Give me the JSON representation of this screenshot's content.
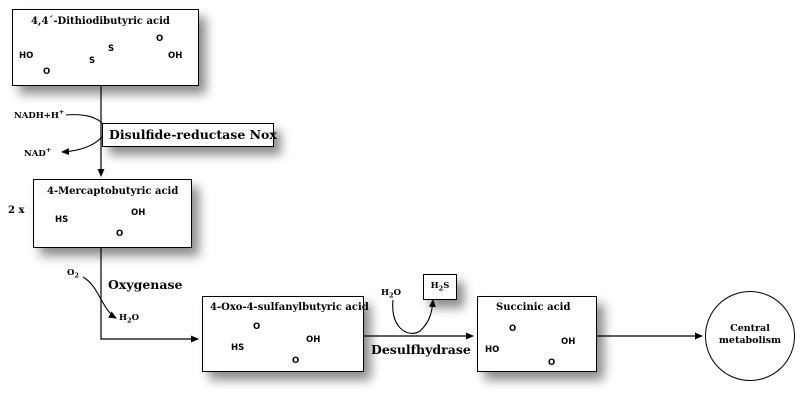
{
  "compounds": {
    "dithiodibutyric": {
      "name": "4,4´-Dithiodibutyric acid",
      "atoms": {
        "ho": "HO",
        "o1": "O",
        "s1": "S",
        "s2": "S",
        "oh": "OH",
        "o2": "O"
      }
    },
    "mercaptobutyric": {
      "name": "4-Mercaptobutyric acid",
      "atoms": {
        "hs": "HS",
        "oh": "OH",
        "o": "O"
      }
    },
    "oxosulfanyl": {
      "name": "4-Oxo-4-sulfanylbutyric acid",
      "atoms": {
        "hs": "HS",
        "o1": "O",
        "oh": "OH",
        "o2": "O"
      }
    },
    "succinic": {
      "name": "Succinic acid",
      "atoms": {
        "ho": "HO",
        "o1": "O",
        "oh": "OH",
        "o2": "O"
      }
    }
  },
  "enzymes": {
    "nox": "Disulfide-reductase Nox",
    "oxygenase": "Oxygenase",
    "desulfhydrase": "Desulfhydrase"
  },
  "cofactors": {
    "nadh": {
      "base": "NADH+H",
      "sup": "+"
    },
    "nad": {
      "base": "NAD",
      "sup": "+"
    },
    "o2": {
      "base": "O",
      "sub": "2"
    },
    "h2o_product": {
      "pre": "H",
      "sub": "2",
      "post": "O"
    },
    "h2o_input": {
      "pre": "H",
      "sub": "2",
      "post": "O"
    },
    "h2s": {
      "pre": "H",
      "sub": "2",
      "post": "S"
    }
  },
  "stoichiometry": "2 x",
  "central": {
    "line1": "Central",
    "line2": "metabolism"
  }
}
